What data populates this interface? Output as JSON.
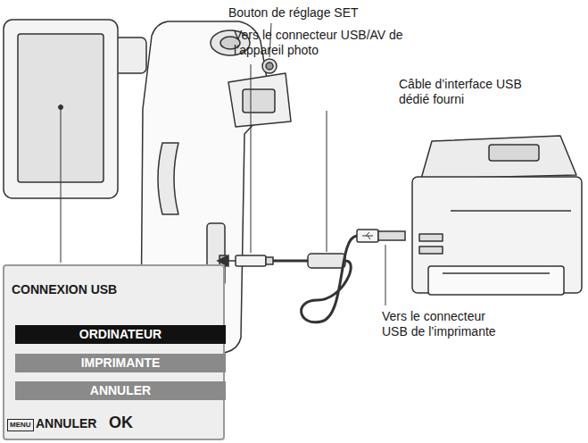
{
  "diagram": {
    "nodes": [
      {
        "text": [
          "CONNEXION USB"
        ]
      },
      {
        "text": [
          "ORDINATEUR"
        ],
        "in": 0
      },
      {
        "text": [
          "IMPRIMANTE"
        ],
        "in": 0
      },
      {
        "text": [
          "ANNULER"
        ],
        "in": 0
      }
    ],
    "labels": [
      "Bouton de réglage SET",
      "Vers le connecteur USB/AV de l’appareil photo",
      "Câble d’interface USB dédié fourni",
      "Vers le connecteur USB de l’imprimante",
      "MENU",
      "ANNULER",
      "OK"
    ]
  }
}
